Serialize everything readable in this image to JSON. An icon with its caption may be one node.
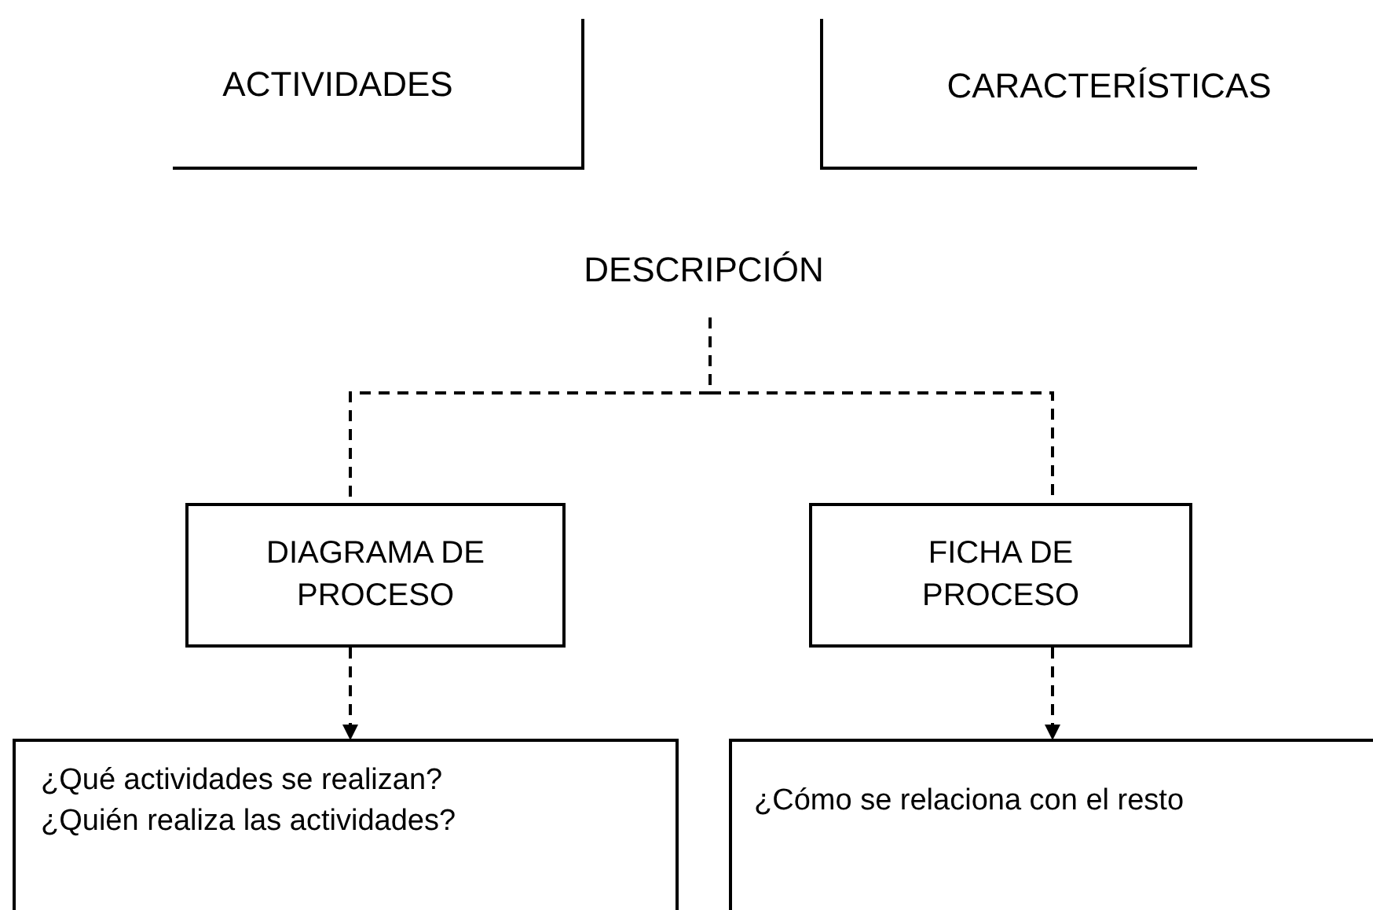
{
  "diagram": {
    "nodes": [
      {
        "text": [
          "ACTIVIDADES"
        ]
      },
      {
        "text": [
          "CARACTERÍSTICAS"
        ]
      },
      {
        "text": [
          "DESCRIPCIÓN"
        ]
      },
      {
        "text": [
          "DIAGRAMA DE PROCESO"
        ]
      },
      {
        "text": [
          "FICHA DE PROCESO"
        ]
      },
      {
        "text": [
          "¿Qué actividades se realizan? ¿Quién realiza las actividades?"
        ]
      },
      {
        "text": [
          "¿Cómo se relaciona con el resto"
        ]
      }
    ],
    "edges": [
      {
        "from": 2,
        "to": 3,
        "arrow": "none",
        "style": "dashed"
      },
      {
        "from": 2,
        "to": 4,
        "arrow": "none",
        "style": "dashed"
      },
      {
        "from": 3,
        "to": 5,
        "arrow": "to",
        "style": "dashed"
      },
      {
        "from": 4,
        "to": 6,
        "arrow": "to",
        "style": "dashed"
      }
    ]
  }
}
